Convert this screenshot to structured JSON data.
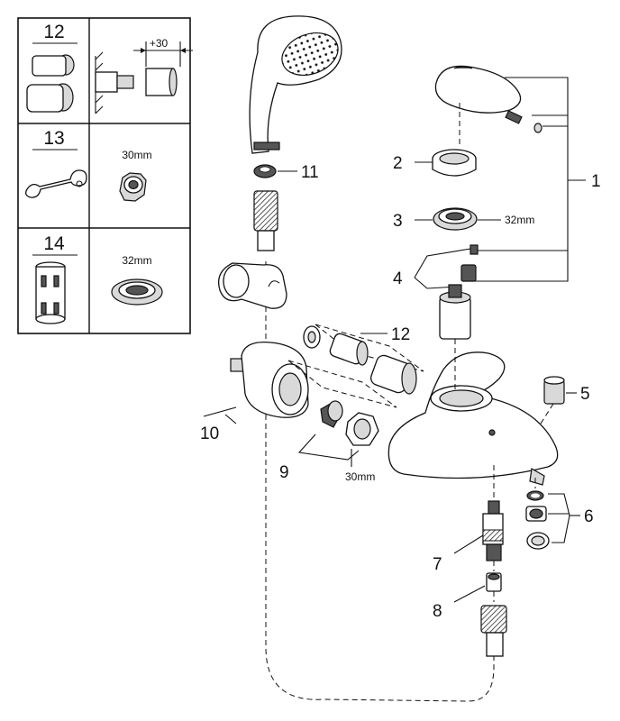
{
  "legend_table": {
    "rows": [
      {
        "number": "12",
        "size_label": "+30",
        "icon": "extension-piece"
      },
      {
        "number": "13",
        "size_label": "30mm",
        "icon": "wrench"
      },
      {
        "number": "14",
        "size_label": "32mm",
        "icon": "spline-sleeve"
      }
    ]
  },
  "callouts": {
    "c1": "1",
    "c2": "2",
    "c3": "3",
    "c3_size": "32mm",
    "c4": "4",
    "c5": "5",
    "c6": "6",
    "c7": "7",
    "c8": "8",
    "c9": "9",
    "c9_size": "30mm",
    "c10": "10",
    "c11": "11",
    "c12": "12"
  }
}
